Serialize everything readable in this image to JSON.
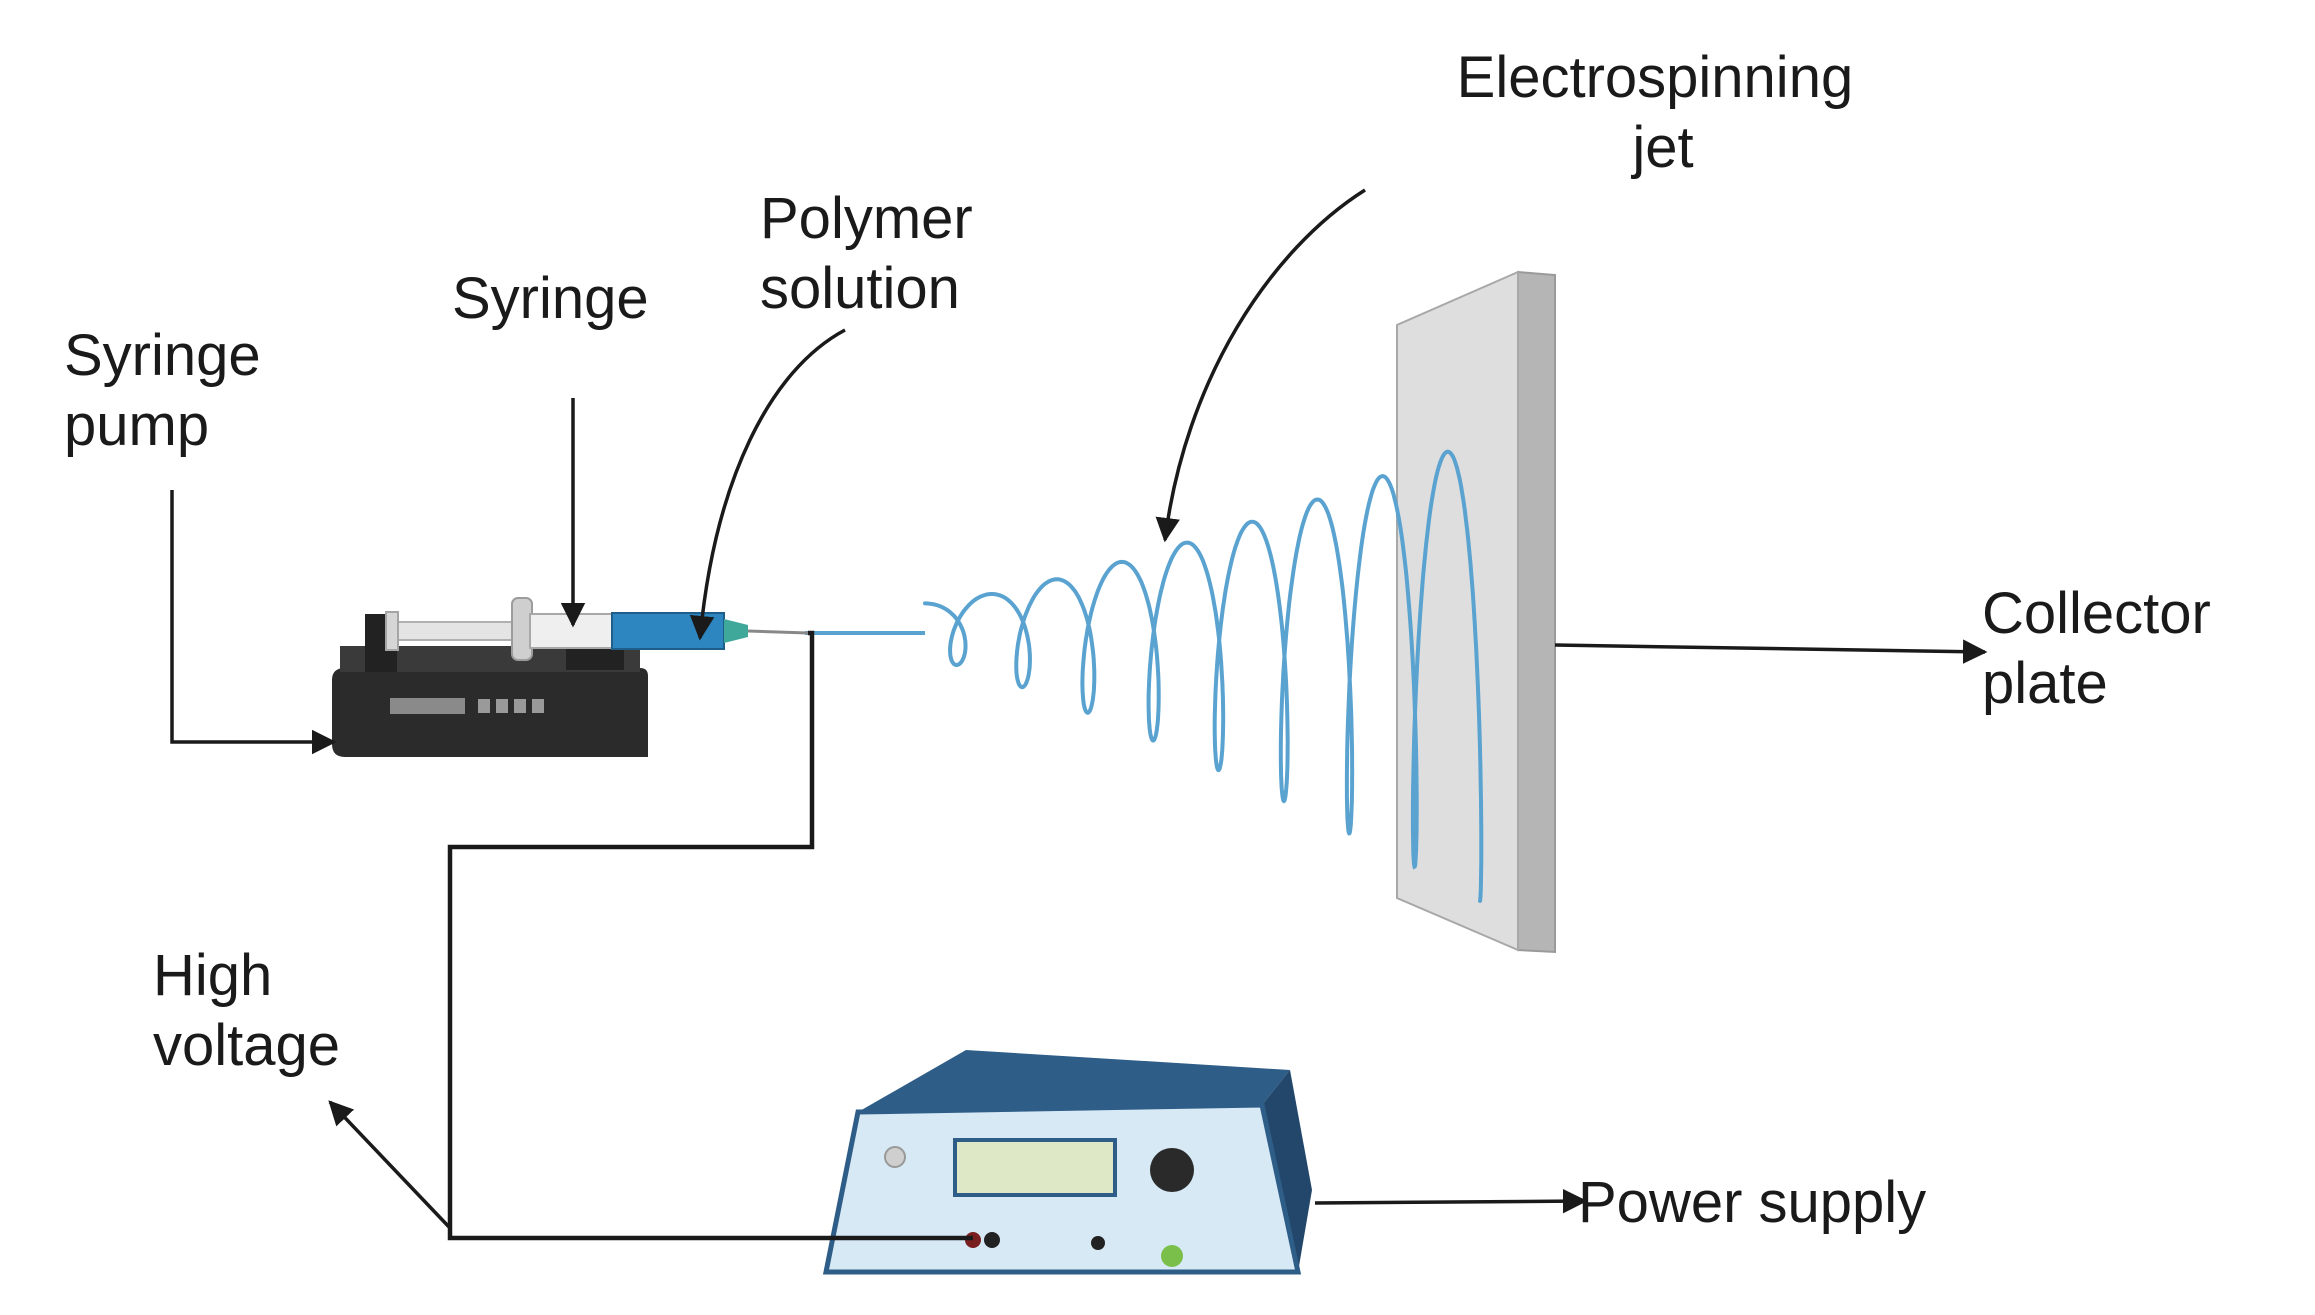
{
  "labels": {
    "syringe_pump": [
      "Syringe",
      "pump"
    ],
    "syringe": "Syringe",
    "polymer_solution": [
      "Polymer",
      "solution"
    ],
    "electrospinning_jet": [
      "Electrospinning",
      "jet"
    ],
    "collector_plate": [
      "Collector",
      "plate"
    ],
    "high_voltage": [
      "High",
      "voltage"
    ],
    "power_supply": "Power supply"
  },
  "colors": {
    "jet": "#5aa3d0",
    "solution": "#2e86c1",
    "pump_body": "#2b2b2b",
    "plate_front": "#dedede",
    "plate_side": "#b5b5b5",
    "supply_body": "#2e5d88",
    "supply_front": "#d7e9f5",
    "text": "#1a1a1a"
  }
}
